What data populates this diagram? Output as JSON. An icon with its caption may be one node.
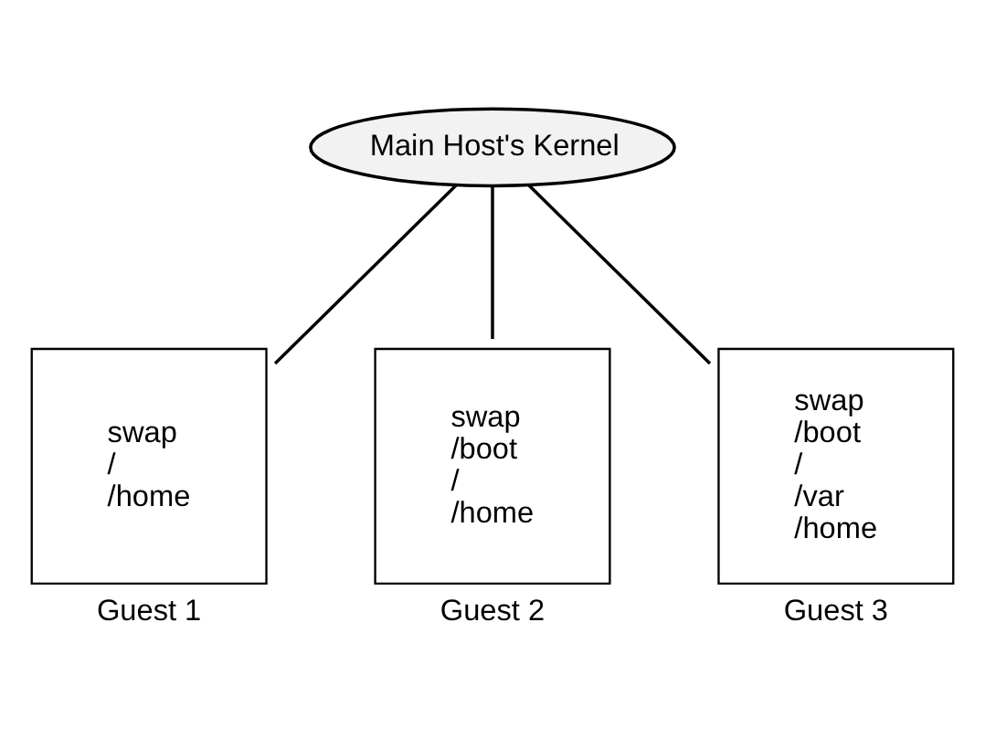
{
  "diagram": {
    "nodes": [
      {
        "text": [
          "Main Host's Kernel"
        ]
      },
      {
        "text": [
          "swap",
          "/",
          "/home"
        ],
        "beside": [
          "Guest 1"
        ]
      },
      {
        "text": [
          "swap",
          "/boot",
          "/",
          "/home"
        ],
        "beside": [
          "Guest 2"
        ]
      },
      {
        "text": [
          "swap",
          "/boot",
          "/",
          "/var",
          "/home"
        ],
        "beside": [
          "Guest 3"
        ]
      }
    ],
    "edges": [
      {
        "from": 0,
        "to": 1,
        "arrow": "none"
      },
      {
        "from": 0,
        "to": 2,
        "arrow": "none"
      },
      {
        "from": 0,
        "to": 3,
        "arrow": "none"
      }
    ]
  }
}
